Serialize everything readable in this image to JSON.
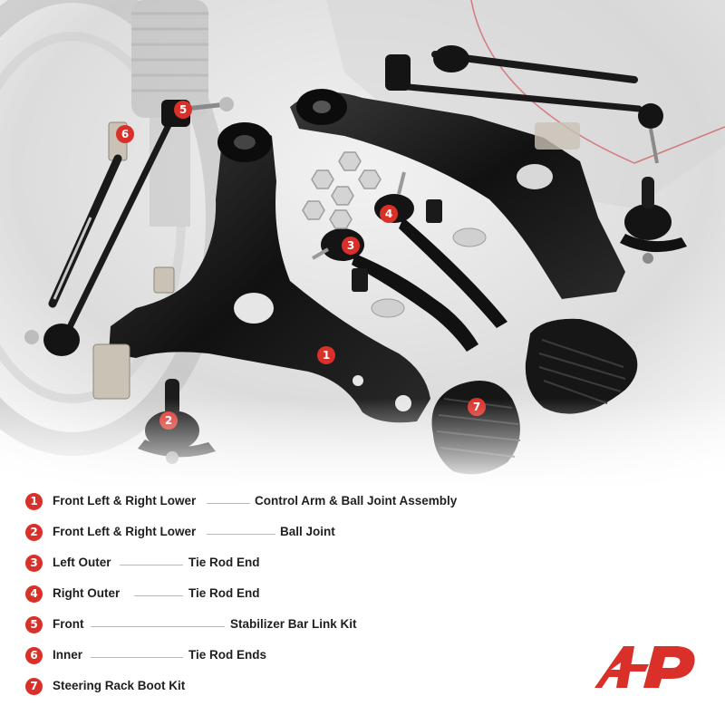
{
  "colors": {
    "accent": "#d9312a",
    "text": "#1f1f1f",
    "leader": "#b9b9b9",
    "background": "#ffffff"
  },
  "photo_markers": [
    "1",
    "2",
    "3",
    "4",
    "5",
    "6",
    "7"
  ],
  "legend": [
    {
      "num": "1",
      "part1": "Front Left & Right Lower",
      "part2": "Control Arm & Ball Joint Assembly"
    },
    {
      "num": "2",
      "part1": "Front Left & Right Lower",
      "part2": "Ball Joint"
    },
    {
      "num": "3",
      "part1": "Left Outer",
      "part2": "Tie Rod End"
    },
    {
      "num": "4",
      "part1": "Right Outer",
      "part2": "Tie Rod End"
    },
    {
      "num": "5",
      "part1": "Front",
      "part2": "Stabilizer Bar Link Kit"
    },
    {
      "num": "6",
      "part1": "Inner",
      "part2": "Tie Rod Ends"
    },
    {
      "num": "7",
      "part1": "Steering Rack Boot Kit",
      "part2": ""
    }
  ],
  "brand_logo": {
    "name": "a-premium-logo-icon"
  }
}
